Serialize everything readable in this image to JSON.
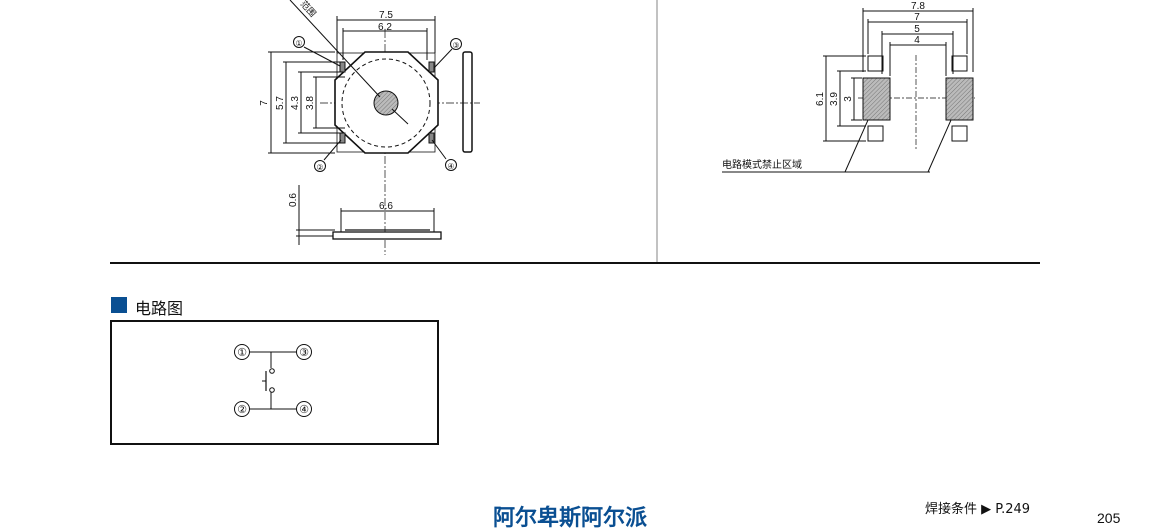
{
  "drawing_dimensions": {
    "top_view": {
      "width_outer": "7.5",
      "width_inner": "6.2",
      "height_outer": "7",
      "height_2": "5.7",
      "height_3": "4.3",
      "height_4": "3.8",
      "partial_label": "范围"
    },
    "side_view": {
      "thickness": "0.6",
      "width": "6.6"
    },
    "terminals": [
      "①",
      "②",
      "③",
      "④"
    ]
  },
  "land_pattern": {
    "dims_horizontal": [
      "7.8",
      "7",
      "5",
      "4"
    ],
    "dims_vertical": [
      "6.1",
      "3.9",
      "3"
    ],
    "keepout_label": "电路模式禁止区域"
  },
  "circuit_section": {
    "title": "电路图",
    "accent_color": "#0a4f92",
    "terminals": [
      "①",
      "③",
      "②",
      "④"
    ]
  },
  "footer": {
    "brand": "阿尔卑斯阿尔派",
    "brand_color": "#0a4f92",
    "xref": "焊接条件 ▶ P.249",
    "page_number": "205"
  }
}
